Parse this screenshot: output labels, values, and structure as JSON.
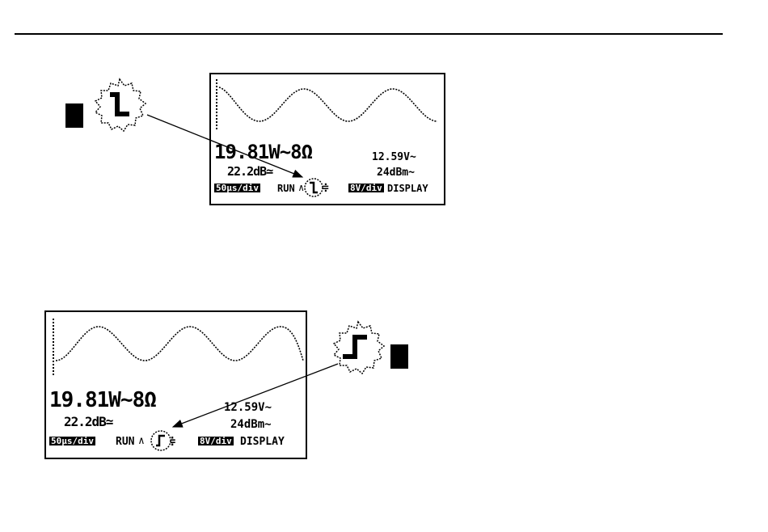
{
  "screens": [
    {
      "id": "falling",
      "power": "19.81W~8Ω",
      "db": "22.2dB≃",
      "voltage": "12.59V~",
      "dbm": "24dBm~",
      "timebase": "50µs/div",
      "run": "RUN",
      "vdiv": "8V/div",
      "display": "DISPLAY",
      "callout_icon": "falling-edge-trigger-icon"
    },
    {
      "id": "rising",
      "power": "19.81W~8Ω",
      "db": "22.2dB≃",
      "voltage": "12.59V~",
      "dbm": "24dBm~",
      "timebase": "50µs/div",
      "run": "RUN",
      "vdiv": "8V/div",
      "display": "DISPLAY",
      "callout_icon": "rising-edge-trigger-icon"
    }
  ],
  "icons": {
    "marker": "black-square-icon",
    "falling": "falling-edge-trigger-icon",
    "rising": "rising-edge-trigger-icon",
    "burst": "starburst-callout-icon"
  }
}
